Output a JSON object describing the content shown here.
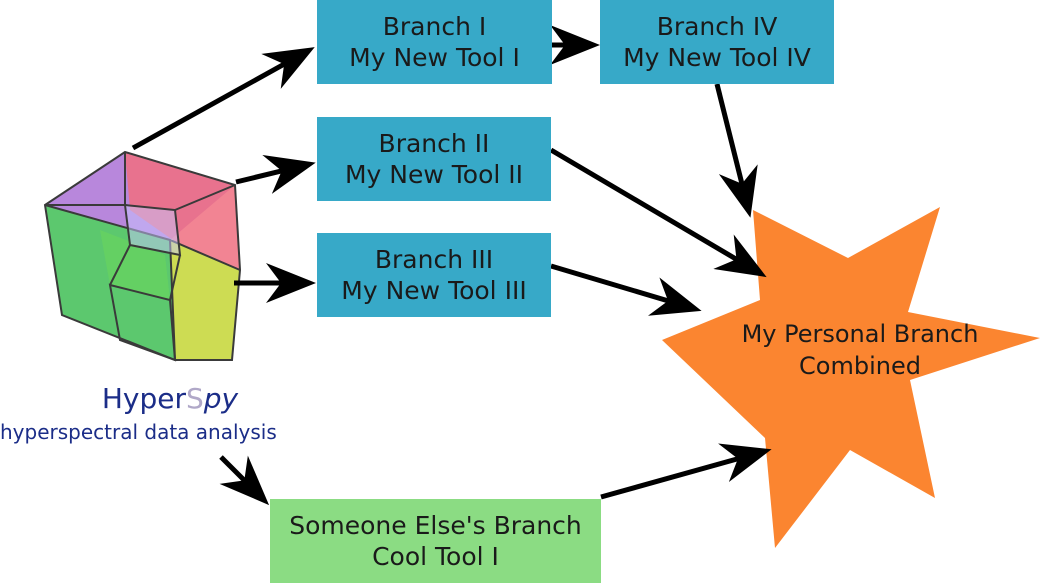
{
  "nodes": {
    "branch1": {
      "line1": "Branch I",
      "line2": "My New Tool I"
    },
    "branch2": {
      "line1": "Branch II",
      "line2": "My New Tool II"
    },
    "branch3": {
      "line1": "Branch III",
      "line2": "My New Tool III"
    },
    "branch4": {
      "line1": "Branch IV",
      "line2": "My New Tool IV"
    },
    "cool": {
      "line1": "Someone Else's Branch",
      "line2": "Cool Tool I"
    },
    "personal": {
      "line1": "My Personal Branch",
      "line2": "Combined"
    }
  },
  "logo": {
    "word_start": "Hyper",
    "word_s": "S",
    "word_end": "py",
    "tagline": "hyperspectral data analysis"
  },
  "colors": {
    "branch_box": "#37a9c8",
    "cool_box": "#8bdc83",
    "star": "#fb8530",
    "logo_text": "#1b2d88",
    "arrow": "#000000"
  }
}
